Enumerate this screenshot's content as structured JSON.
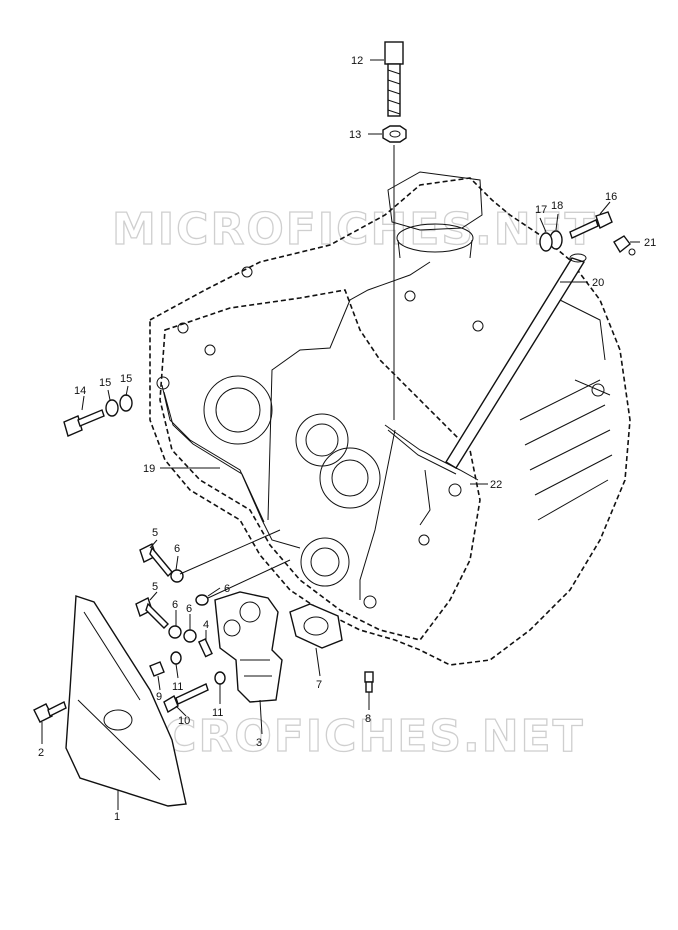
{
  "watermark": {
    "text_top": "MICROFICHES.NET",
    "text_bottom": "MICROFICHES.NET",
    "color": "#cfcfcf"
  },
  "callouts": {
    "c1": "1",
    "c2": "2",
    "c3": "3",
    "c4": "4",
    "c5a": "5",
    "c5b": "5",
    "c6a": "6",
    "c6b": "6",
    "c6c": "6",
    "c6d": "6",
    "c7": "7",
    "c8": "8",
    "c9": "9",
    "c10": "10",
    "c11a": "11",
    "c11b": "11",
    "c12": "12",
    "c13": "13",
    "c14": "14",
    "c15a": "15",
    "c15b": "15",
    "c16": "16",
    "c17": "17",
    "c18": "18",
    "c19": "19",
    "c20": "20",
    "c21": "21",
    "c22": "22"
  }
}
